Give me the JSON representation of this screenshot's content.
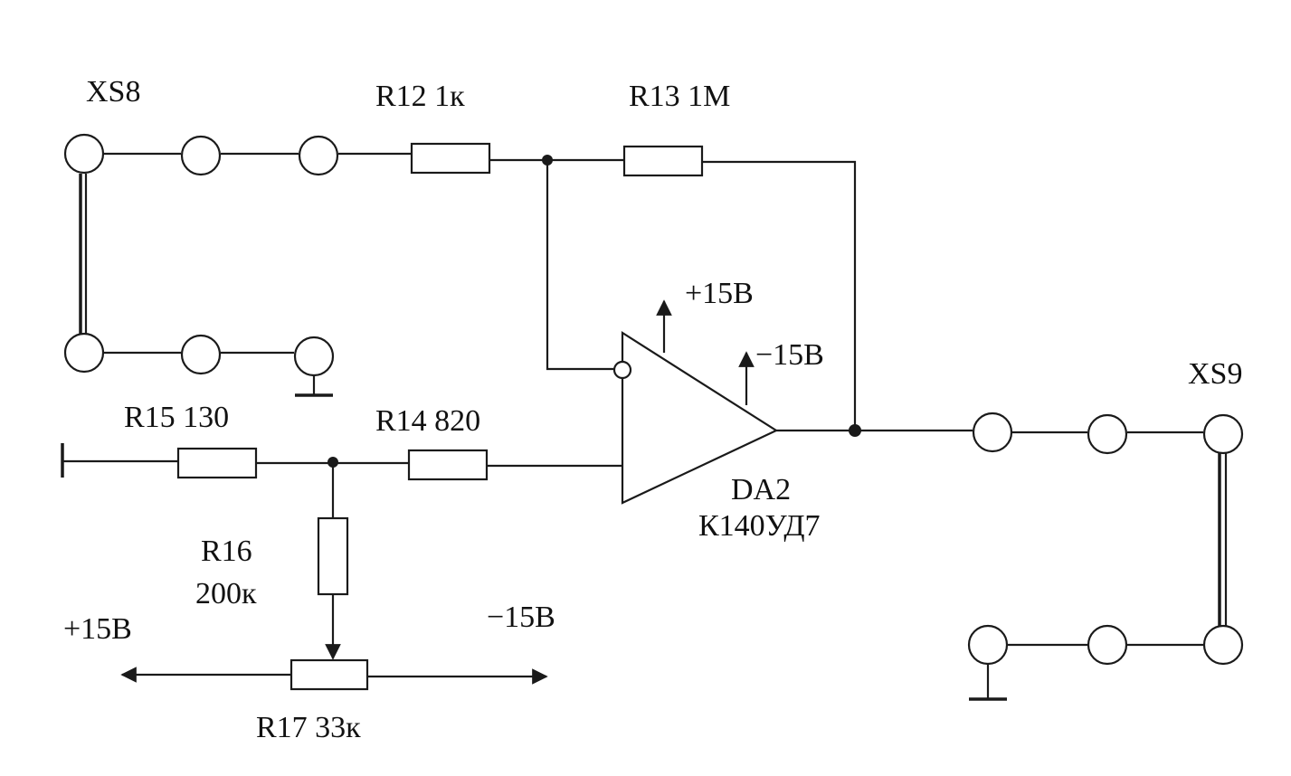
{
  "labels": {
    "xs8": "XS8",
    "xs9": "XS9",
    "r12": "R12  1к",
    "r13": "R13  1M",
    "r14": "R14  820",
    "r15": "R15  130",
    "r16_name": "R16",
    "r16_value": "200к",
    "r17": "R17  33к",
    "opamp_name": "DA2",
    "opamp_type": "К140УД7",
    "vpos_supply": "+15В",
    "vneg_supply": "−15В",
    "pot_left": "+15В",
    "pot_right": "−15В"
  },
  "colors": {
    "ink": "#1a1a1a",
    "background": "#ffffff"
  }
}
